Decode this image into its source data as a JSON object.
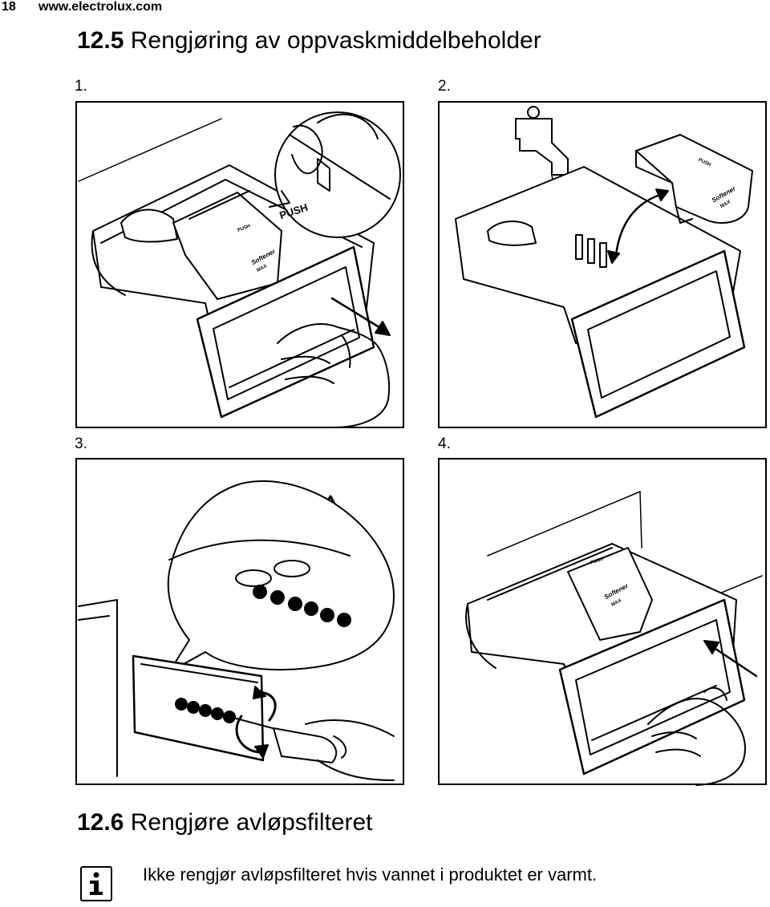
{
  "header": {
    "page_number": "18",
    "website": "www.electrolux.com"
  },
  "section1": {
    "number": "12.5",
    "title": "Rengjøring av oppvaskmiddelbeholder"
  },
  "steps": [
    {
      "label": "1.",
      "texts": {
        "push_large": "PUSH",
        "push_small": "PUSH",
        "softener": "Softener",
        "max": "MAX"
      }
    },
    {
      "label": "2.",
      "texts": {
        "push_small": "PUSH",
        "softener": "Softener",
        "max": "MAX"
      }
    },
    {
      "label": "3."
    },
    {
      "label": "4.",
      "texts": {
        "push_small": "PUSH",
        "softener": "Softener",
        "max": "MAX"
      }
    }
  ],
  "section2": {
    "number": "12.6",
    "title": "Rengjøre avløpsfilteret"
  },
  "note": {
    "icon": "info-icon",
    "text": "Ikke rengjør avløpsfilteret hvis vannet i produktet er varmt."
  }
}
